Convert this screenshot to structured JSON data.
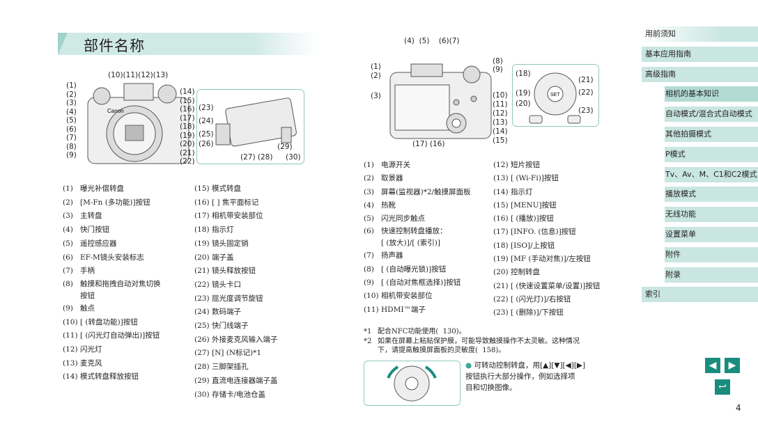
{
  "page_title": "部件名称",
  "page_number": "4",
  "sidebar": {
    "items": [
      {
        "label": "用前须知",
        "level": "top"
      },
      {
        "label": "基本应用指南",
        "level": 1
      },
      {
        "label": "高级指南",
        "level": 1
      },
      {
        "label": "相机的基本知识",
        "level": 2
      },
      {
        "label": "自动模式/混合式自动模式",
        "level": 2
      },
      {
        "label": "其他拍摄模式",
        "level": 2
      },
      {
        "label": "P模式",
        "level": 2
      },
      {
        "label": "Tv、Av、M、C1和C2模式",
        "level": 2
      },
      {
        "label": "播放模式",
        "level": 2
      },
      {
        "label": "无线功能",
        "level": 2
      },
      {
        "label": "设置菜单",
        "level": 2
      },
      {
        "label": "附件",
        "level": 2
      },
      {
        "label": "附录",
        "level": 2
      },
      {
        "label": "索引",
        "level": 1
      }
    ],
    "accent_color": "#c9e6e1"
  },
  "nav": {
    "prev_icon": "prev-page-icon",
    "next_icon": "next-page-icon",
    "back_icon": "return-icon"
  },
  "front_callouts": {
    "top": "(10)(11)(12)(13)",
    "left": [
      "(1)",
      "(2)",
      "(3)",
      "(4)",
      "(5)",
      "(6)",
      "(7)",
      "(8)",
      "(9)"
    ],
    "right": [
      "(14)",
      "(15)",
      "(16)",
      "(17)",
      "(18)",
      "(19)",
      "(20)",
      "(21)",
      "(22)"
    ],
    "inset": [
      "(23)",
      "(24)",
      "(25)",
      "(26)",
      "(27) (28)",
      "(29)",
      "(30)"
    ]
  },
  "back_callouts": {
    "top": "(4)  (5)    (6)(7)",
    "left": [
      "(1)",
      "(2)",
      "(3)"
    ],
    "right": [
      "(8)",
      "(9)",
      "(10)",
      "(11)",
      "(12)",
      "(13)",
      "(14)",
      "(15)"
    ],
    "bottom": "(17) (16)",
    "dial": [
      "(18)",
      "(19)",
      "(20)",
      "(21)",
      "(22)",
      "(23)"
    ]
  },
  "front_list_a": [
    {
      "num": "(1)",
      "text": "曝光补偿转盘"
    },
    {
      "num": "(2)",
      "text": "[M-Fn (多功能)]按钮"
    },
    {
      "num": "(3)",
      "text": "主转盘"
    },
    {
      "num": "(4)",
      "text": "快门按钮"
    },
    {
      "num": "(5)",
      "text": "遥控感应器"
    },
    {
      "num": "(6)",
      "text": "EF-M镜头安装标志"
    },
    {
      "num": "(7)",
      "text": "手柄"
    },
    {
      "num": "(8)",
      "text": "触摸和拖拽自动对焦切换\n按钮"
    },
    {
      "num": "(9)",
      "text": "触点"
    },
    {
      "num": "(10)",
      "text": "[ (转盘功能)]按钮"
    },
    {
      "num": "(11)",
      "text": "[ (闪光灯自动弹出)]按钮"
    },
    {
      "num": "(12)",
      "text": "闪光灯"
    },
    {
      "num": "(13)",
      "text": "麦克风"
    },
    {
      "num": "(14)",
      "text": "模式转盘释放按钮"
    }
  ],
  "front_list_b": [
    {
      "num": "(15)",
      "text": "模式转盘"
    },
    {
      "num": "(16)",
      "text": "[ ] 焦平面标记"
    },
    {
      "num": "(17)",
      "text": "相机带安装部位"
    },
    {
      "num": "(18)",
      "text": "指示灯"
    },
    {
      "num": "(19)",
      "text": "镜头固定销"
    },
    {
      "num": "(20)",
      "text": "端子盖"
    },
    {
      "num": "(21)",
      "text": "镜头释放按钮"
    },
    {
      "num": "(22)",
      "text": "镜头卡口"
    },
    {
      "num": "(23)",
      "text": "屈光度调节旋钮"
    },
    {
      "num": "(24)",
      "text": "数码端子"
    },
    {
      "num": "(25)",
      "text": "快门线端子"
    },
    {
      "num": "(26)",
      "text": "外接麦克风输入端子"
    },
    {
      "num": "(27)",
      "text": "[N] (N标记)*1"
    },
    {
      "num": "(28)",
      "text": "三脚架插孔"
    },
    {
      "num": "(29)",
      "text": "直流电连接器端子盖"
    },
    {
      "num": "(30)",
      "text": "存储卡/电池仓盖"
    }
  ],
  "back_list_a": [
    {
      "num": "(1)",
      "text": "电源开关"
    },
    {
      "num": "(2)",
      "text": "取景器"
    },
    {
      "num": "(3)",
      "text": "屏幕(监视器)*2/触摸屏面板"
    },
    {
      "num": "(4)",
      "text": "热靴"
    },
    {
      "num": "(5)",
      "text": "闪光同步触点"
    },
    {
      "num": "(6)",
      "text": "快速控制转盘播放：\n[ (放大)]/[ (索引)]"
    },
    {
      "num": "(7)",
      "text": "扬声器"
    },
    {
      "num": "(8)",
      "text": "[ (自动曝光锁)]按钮"
    },
    {
      "num": "(9)",
      "text": "[ (自动对焦框选择)]按钮"
    },
    {
      "num": "(10)",
      "text": "相机带安装部位"
    },
    {
      "num": "(11)",
      "text": "HDMI™端子"
    }
  ],
  "back_list_b": [
    {
      "num": "(12)",
      "text": "短片按钮"
    },
    {
      "num": "(13)",
      "text": "[ (Wi-Fi)]按钮"
    },
    {
      "num": "(14)",
      "text": "指示灯"
    },
    {
      "num": "(15)",
      "text": "[MENU]按钮"
    },
    {
      "num": "(16)",
      "text": "[ (播放)]按钮"
    },
    {
      "num": "(17)",
      "text": "[INFO. (信息)]按钮"
    },
    {
      "num": "(18)",
      "text": "[ISO]/上按钮"
    },
    {
      "num": "(19)",
      "text": "[MF (手动对焦)]/左按钮"
    },
    {
      "num": "(20)",
      "text": "控制转盘"
    },
    {
      "num": "(21)",
      "text": "[ (快速设置菜单/设置)]按钮"
    },
    {
      "num": "(22)",
      "text": "[ (闪光灯)]/右按钮"
    },
    {
      "num": "(23)",
      "text": "[ (删除)]/下按钮"
    }
  ],
  "footnotes": [
    {
      "mark": "*1",
      "text": "配合NFC功能使用(  130)。"
    },
    {
      "mark": "*2",
      "text": "如果在屏幕上粘贴保护膜，可能导致触摸操作不太灵敏。这种情况\n下，请提高触摸屏面板的灵敏度(  158)。"
    }
  ],
  "dial_note": "可转动控制转盘，用[▲][▼][◀][▶]\n按钮执行大部分操作，例如选择项\n目和切换图像。"
}
